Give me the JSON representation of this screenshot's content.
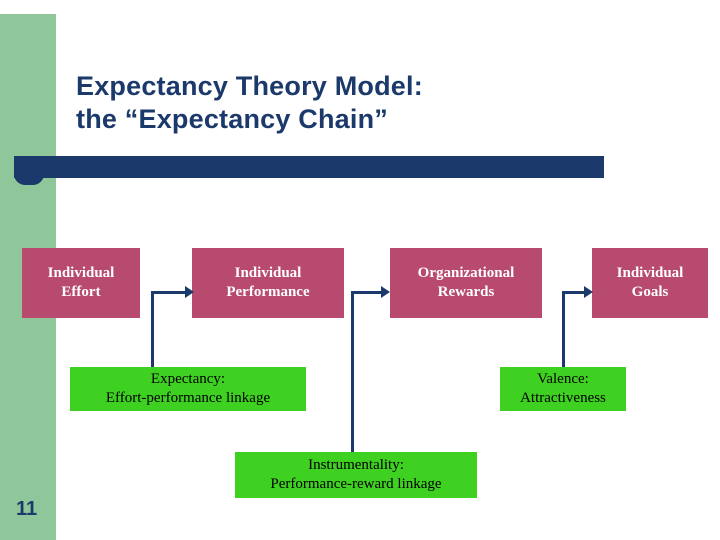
{
  "slide": {
    "title_line1": "Expectancy Theory Model:",
    "title_line2": "the “Expectancy Chain”",
    "slide_number": "11",
    "colors": {
      "title_text": "#1b3a6b",
      "title_bar": "#1b3a6b",
      "left_band": "#8fc79a",
      "stage_box": "#b74a6e",
      "link_box": "#3fd122",
      "connector": "#1b3a6b"
    }
  },
  "stages": [
    {
      "line1": "Individual",
      "line2": "Effort"
    },
    {
      "line1": "Individual",
      "line2": "Performance"
    },
    {
      "line1": "Organizational",
      "line2": "Rewards"
    },
    {
      "line1": "Individual",
      "line2": "Goals"
    }
  ],
  "linkages": [
    {
      "line1": "Expectancy:",
      "line2": "Effort-performance linkage"
    },
    {
      "line1": "Valence:",
      "line2": "Attractiveness"
    },
    {
      "line1": "Instrumentality:",
      "line2": "Performance-reward linkage"
    }
  ]
}
